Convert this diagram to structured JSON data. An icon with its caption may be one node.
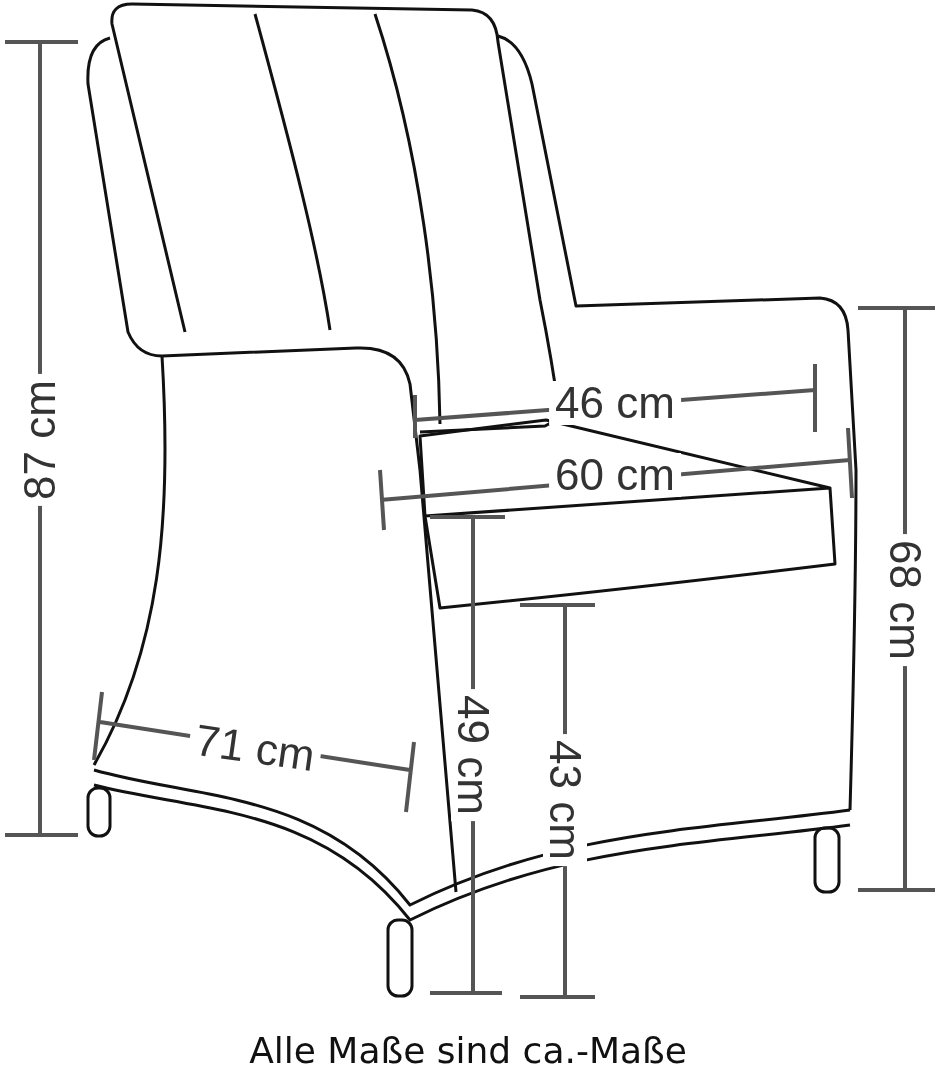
{
  "diagram": {
    "caption": "Alle Maße sind ca.-Maße",
    "labels": [
      "46 cm",
      "87 cm",
      "60 cm",
      "68 cm",
      "71 cm",
      "49 cm",
      "43 cm"
    ]
  }
}
